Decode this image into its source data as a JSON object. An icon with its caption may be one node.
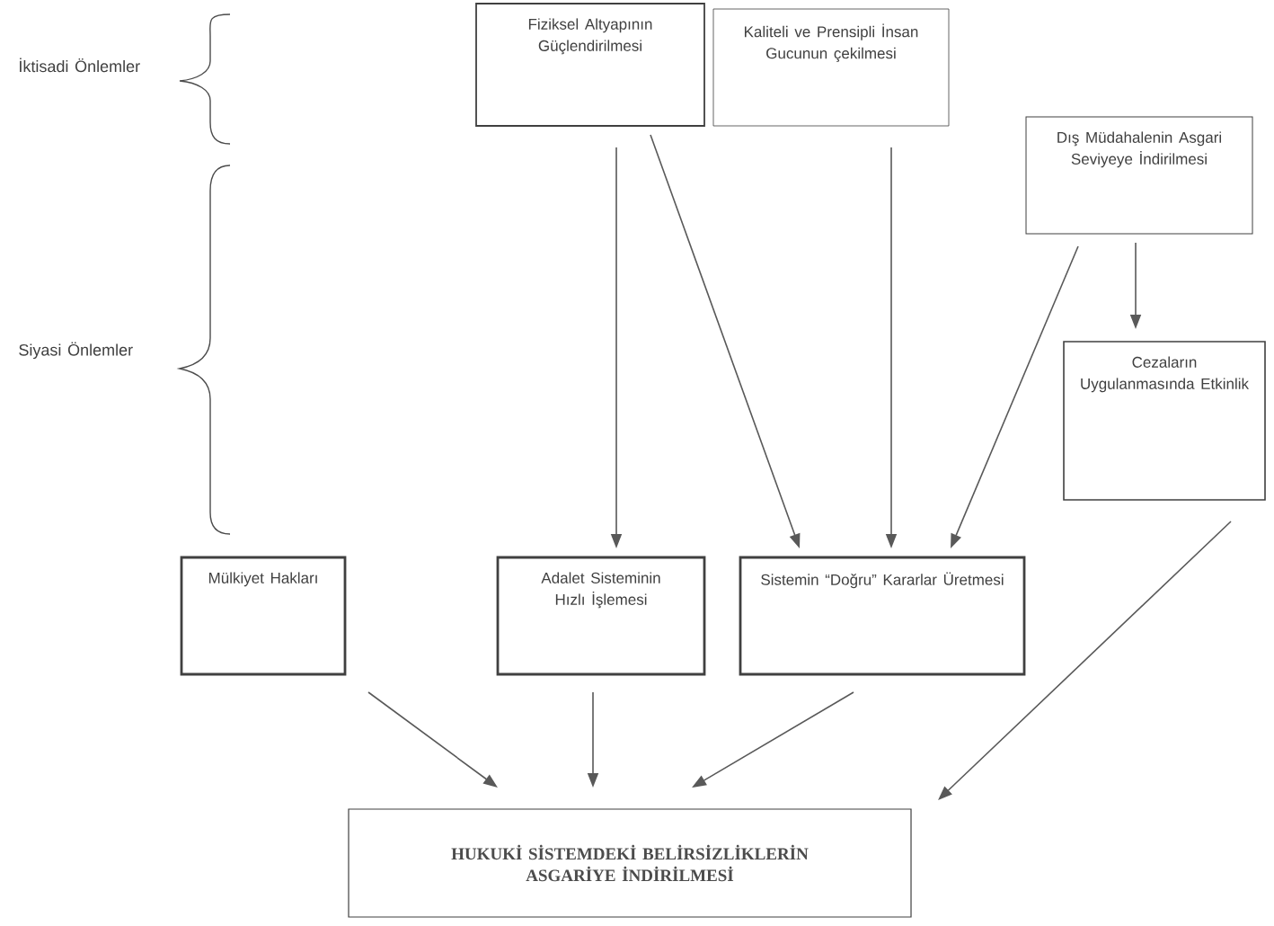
{
  "diagram": {
    "nodes": [
      {
        "text": [
          "Fiziksel Altyapının Güçlendirilmesi"
        ]
      },
      {
        "text": [
          "Kaliteli ve Prensipli İnsan Gucunun çekilmesi"
        ]
      },
      {
        "text": [
          "Dış Müdahalenin Asgari Seviyeye İndirilmesi"
        ]
      },
      {
        "text": [
          "Cezaların Uygulanmasında Etkinlik"
        ]
      },
      {
        "text": [
          "Mülkiyet Hakları"
        ]
      },
      {
        "text": [
          "Adalet Sisteminin Hızlı İşlemesi"
        ]
      },
      {
        "text": [
          "Sistemin “Doğru” Kararlar Üretmesi"
        ]
      },
      {
        "text": [
          "HUKUKİ SİSTEMDEKİ BELİRSİZLİKLERİN ASGARİYE İNDİRİLMESİ"
        ]
      }
    ],
    "edges": [
      {
        "from": 0,
        "to": 5,
        "arrow": "to"
      },
      {
        "from": 0,
        "to": 6,
        "arrow": "to"
      },
      {
        "from": 1,
        "to": 6,
        "arrow": "to"
      },
      {
        "from": 2,
        "to": 6,
        "arrow": "to"
      },
      {
        "from": 2,
        "to": 3,
        "arrow": "to"
      },
      {
        "from": 4,
        "to": 7,
        "arrow": "to"
      },
      {
        "from": 5,
        "to": 7,
        "arrow": "to"
      },
      {
        "from": 6,
        "to": 7,
        "arrow": "to"
      },
      {
        "from": 3,
        "to": 7,
        "arrow": "to"
      }
    ],
    "labels": [
      "İktisadi Önlemler",
      "Siyasi Önlemler"
    ]
  }
}
